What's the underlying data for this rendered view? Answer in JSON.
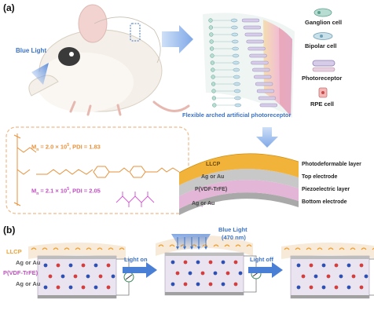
{
  "panel_a": {
    "label": "(a)",
    "blue_light": "Blue Light",
    "caption": "Flexible arched artificial photoreceptor",
    "legend": [
      {
        "label": "Ganglion cell",
        "color": "#7fb3a6"
      },
      {
        "label": "Bipolar cell",
        "color": "#8fb8c9"
      },
      {
        "label": "Photoreceptor",
        "color": "#b3a3cf"
      },
      {
        "label": "RPE cell",
        "color": "#e9a6a6"
      }
    ],
    "polymer_top": {
      "mn": "2.0 × 10",
      "mn_exp": "5",
      "pdi": ", PDI = 1.83"
    },
    "polymer_bottom": {
      "mn": "2.1 × 10",
      "mn_exp": "5",
      "pdi": ", PDI = 2.05"
    },
    "mn_prefix": "M",
    "mn_sub": "n",
    "layers": [
      {
        "on_layer": "LLCP",
        "name": "Photodeformable layer",
        "color": "#f2b33a"
      },
      {
        "on_layer": "Ag or Au",
        "name": "Top electrode",
        "color": "#bdbdbd"
      },
      {
        "on_layer": "P(VDF-TrFE)",
        "name": "Piezoelectric layer",
        "color": "#e3b5d6"
      },
      {
        "on_layer": "Ag or Au",
        "name": "Bottom electrode",
        "color": "#a9a9a9"
      }
    ]
  },
  "panel_b": {
    "label": "(b)",
    "layer_labels": [
      {
        "text": "LLCP",
        "color": "#f0a030"
      },
      {
        "text": "Ag or Au",
        "color": "#555555"
      },
      {
        "text": "P(VDF-TrFE)",
        "color": "#c050c0"
      },
      {
        "text": "Ag or Au",
        "color": "#555555"
      }
    ],
    "light_on": "Light on",
    "light_off": "Light off",
    "blue_light": "Blue Light",
    "wavelength": "(470 nm)"
  },
  "colors": {
    "accent_blue": "#3a73c9",
    "orange": "#e8913a",
    "magenta": "#c050c0",
    "llcp": "#f2b33a",
    "electrode": "#bdbdbd",
    "pvdf": "#e3b5d6"
  }
}
